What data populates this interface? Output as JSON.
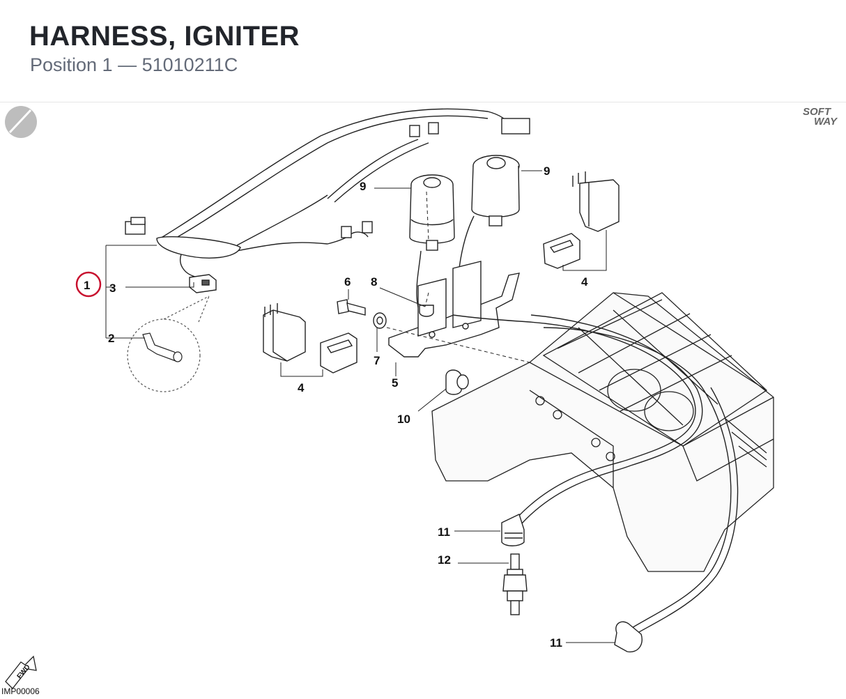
{
  "header": {
    "title": "HARNESS, IGNITER",
    "subtitle": "Position 1 — 51010211C"
  },
  "badge": {
    "line1": "SOFT",
    "line2": "WAY"
  },
  "fwd_label": "FWD",
  "image_ref": "IMP00006",
  "highlight_color": "#c8102e",
  "callouts": {
    "c1": "1",
    "c2": "2",
    "c3": "3",
    "c4a": "4",
    "c4b": "4",
    "c5": "5",
    "c6": "6",
    "c7": "7",
    "c8": "8",
    "c9a": "9",
    "c9b": "9",
    "c10": "10",
    "c11a": "11",
    "c11b": "11",
    "c12": "12"
  }
}
